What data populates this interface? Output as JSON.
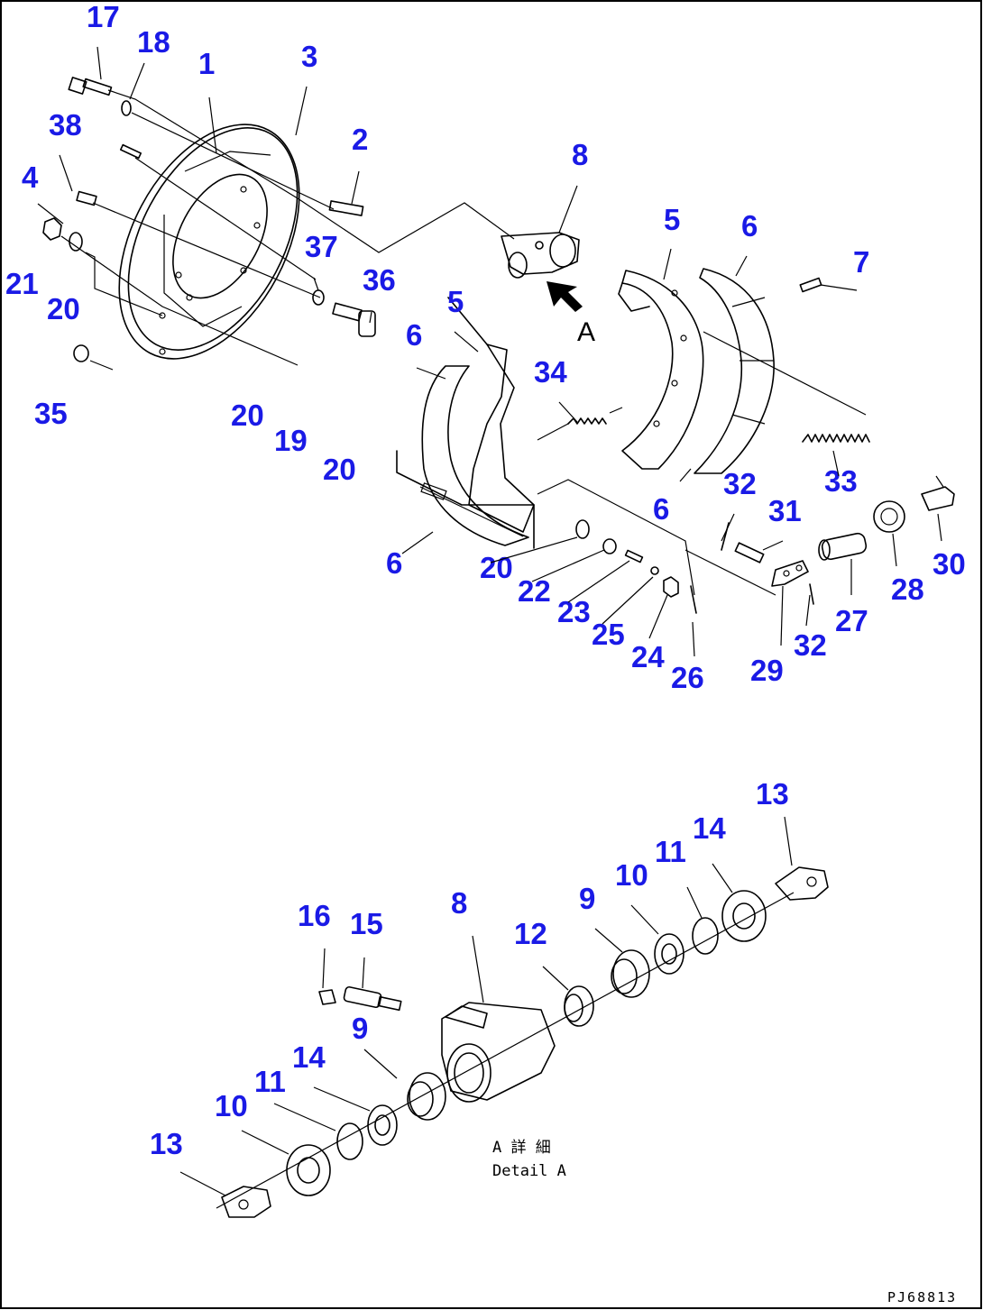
{
  "diagram": {
    "view_label": "A",
    "detail_caption_jp": "A 詳 細",
    "detail_caption_en": "Detail A",
    "drawing_code": "PJ68813",
    "callouts": [
      "17",
      "18",
      "1",
      "3",
      "38",
      "2",
      "4",
      "37",
      "36",
      "21",
      "20",
      "35",
      "20",
      "19",
      "20",
      "8",
      "5",
      "6",
      "7",
      "5",
      "6",
      "34",
      "33",
      "6",
      "32",
      "31",
      "30",
      "28",
      "27",
      "6",
      "20",
      "22",
      "23",
      "25",
      "24",
      "26",
      "29",
      "32",
      "13",
      "14",
      "11",
      "10",
      "9",
      "16",
      "15",
      "8",
      "12",
      "9",
      "14",
      "11",
      "10",
      "13"
    ]
  }
}
